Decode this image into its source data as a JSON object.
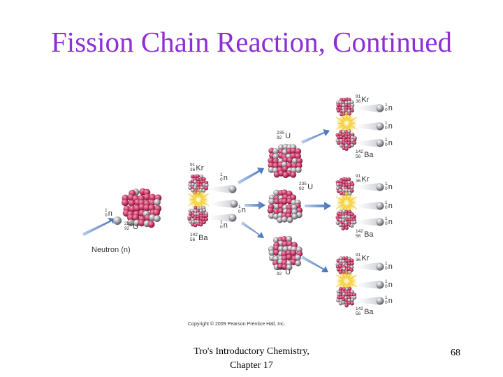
{
  "slide": {
    "title": "Fission Chain Reaction, Continued",
    "footer": {
      "line1": "Tro's Introductory Chemistry,",
      "line2": "Chapter 17"
    },
    "page_number": "68"
  },
  "diagram": {
    "neutron_caption": "Neutron (n)",
    "copyright": "Copyright © 2009 Pearson Prentice Hall, Inc.",
    "neutron": {
      "symbol": "n",
      "mass": "1",
      "atomic": "0"
    },
    "uranium": {
      "symbol": "U",
      "mass": "235",
      "atomic": "92"
    },
    "krypton": {
      "symbol": "Kr",
      "mass": "91",
      "atomic": "36"
    },
    "barium": {
      "symbol": "Ba",
      "mass": "142",
      "atomic": "56"
    }
  },
  "colors": {
    "title": "#8e2fd6",
    "proton": "#d03c6b",
    "neutron": "#a8a8b0",
    "arrow": "#4a76c0",
    "burst": "#f6d23a"
  }
}
